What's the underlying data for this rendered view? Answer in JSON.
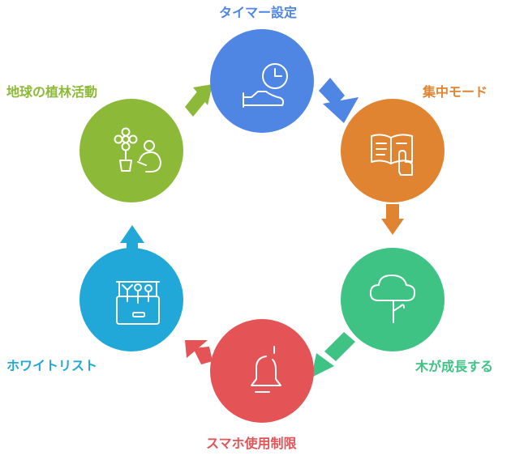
{
  "steps": [
    {
      "label": "タイマー設定",
      "icon": "timer-icon",
      "color": "#4f85e3"
    },
    {
      "label": "集中モード",
      "icon": "book-touch-icon",
      "color": "#e08431"
    },
    {
      "label": "木が成長する",
      "icon": "tree-icon",
      "color": "#3fc385"
    },
    {
      "label": "スマホ使用制限",
      "icon": "bell-icon",
      "color": "#e45457"
    },
    {
      "label": "ホワイトリスト",
      "icon": "toolbox-icon",
      "color": "#22a8d8"
    },
    {
      "label": "地球の植林活動",
      "icon": "person-planting-icon",
      "color": "#8db938"
    }
  ],
  "label_colors": [
    "#4f85e3",
    "#e08431",
    "#3fc385",
    "#e45457",
    "#22a8d8",
    "#8db938"
  ]
}
